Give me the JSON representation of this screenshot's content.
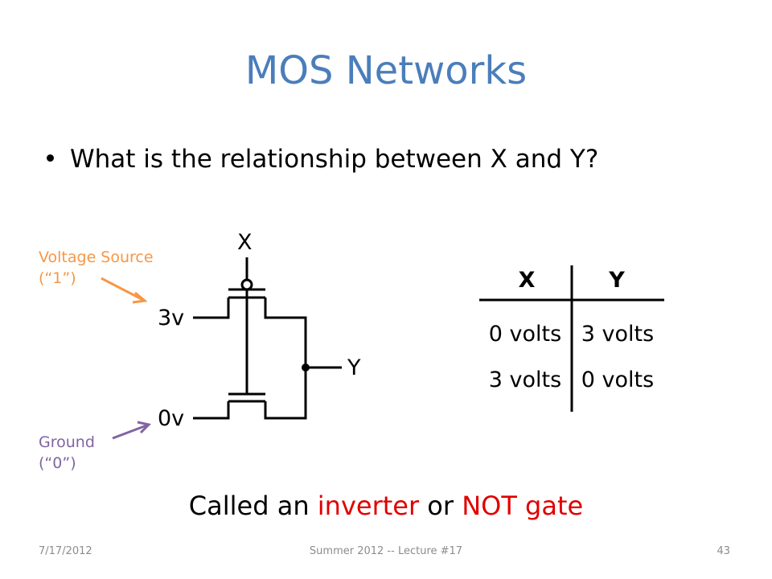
{
  "slide": {
    "title": "MOS Networks",
    "bullet": "What is the relationship between X and Y?"
  },
  "circuit": {
    "input_label": "X",
    "output_label": "Y",
    "vdd_label": "3v",
    "gnd_label": "0v",
    "source_note_line1": "Voltage Source",
    "source_note_line2": "(“1”)",
    "ground_note_line1": "Ground",
    "ground_note_line2": "(“0”)"
  },
  "truth_table": {
    "headers": [
      "X",
      "Y"
    ],
    "rows": [
      [
        "0 volts",
        "3 volts"
      ],
      [
        "3 volts",
        "0 volts"
      ]
    ]
  },
  "caption": {
    "prefix": "Called an ",
    "term1": "inverter",
    "middle": " or ",
    "term2": "NOT gate"
  },
  "footer": {
    "date": "7/17/2012",
    "course": "Summer 2012 -- Lecture #17",
    "page": "43"
  },
  "colors": {
    "title": "#4a7ebb",
    "voltage_source_note": "#f79646",
    "ground_note": "#8064a2",
    "highlight": "#e00000"
  }
}
